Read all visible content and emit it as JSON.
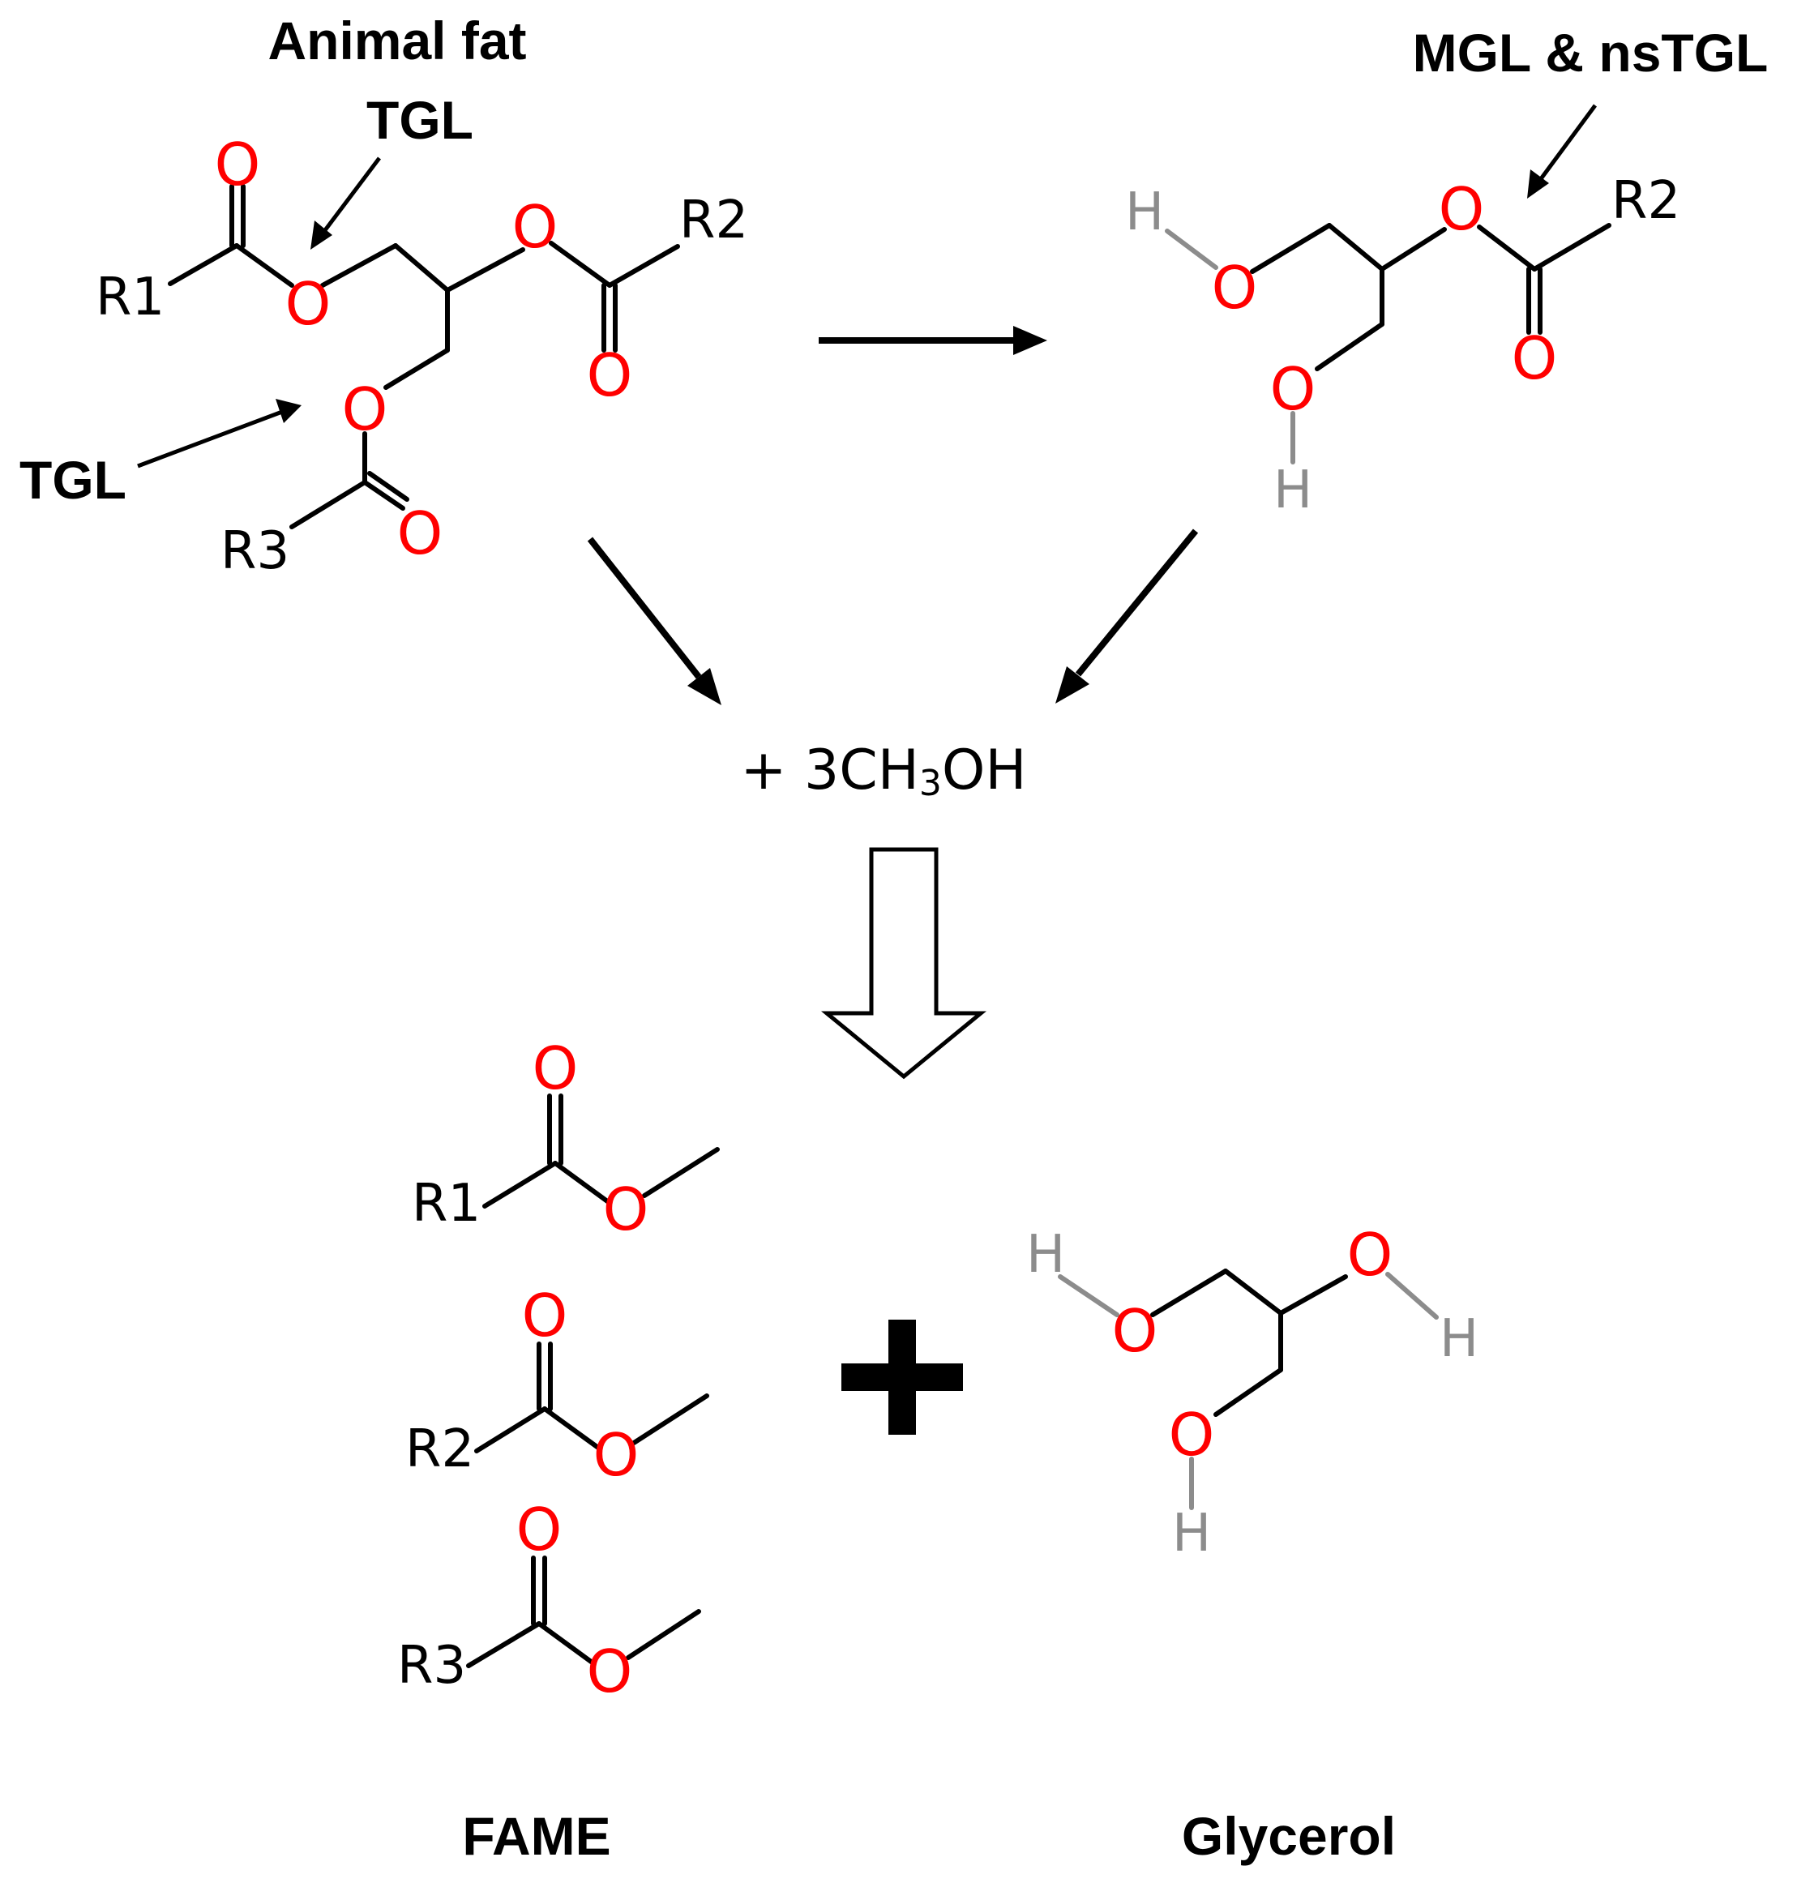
{
  "labels": {
    "animal_fat": "Animal fat",
    "tgl_top": "TGL",
    "tgl_left": "TGL",
    "mgl_nstgl": "MGL & nsTGL",
    "reagent_prefix": "+ 3CH",
    "reagent_sub": "3",
    "reagent_suffix": "OH",
    "fame": "FAME",
    "glycerol": "Glycerol"
  },
  "atoms": {
    "oxygen": "O",
    "hydrogen": "H",
    "r1": "R1",
    "r2": "R2",
    "r3": "R3"
  },
  "colors": {
    "oxygen": "#ff0000",
    "hydrogen": "#8c8c8c",
    "bond": "#000000",
    "arrow_outline": "#000000"
  },
  "icons": {
    "plus": "plus-icon",
    "hollow_arrow": "down-arrow-icon"
  }
}
